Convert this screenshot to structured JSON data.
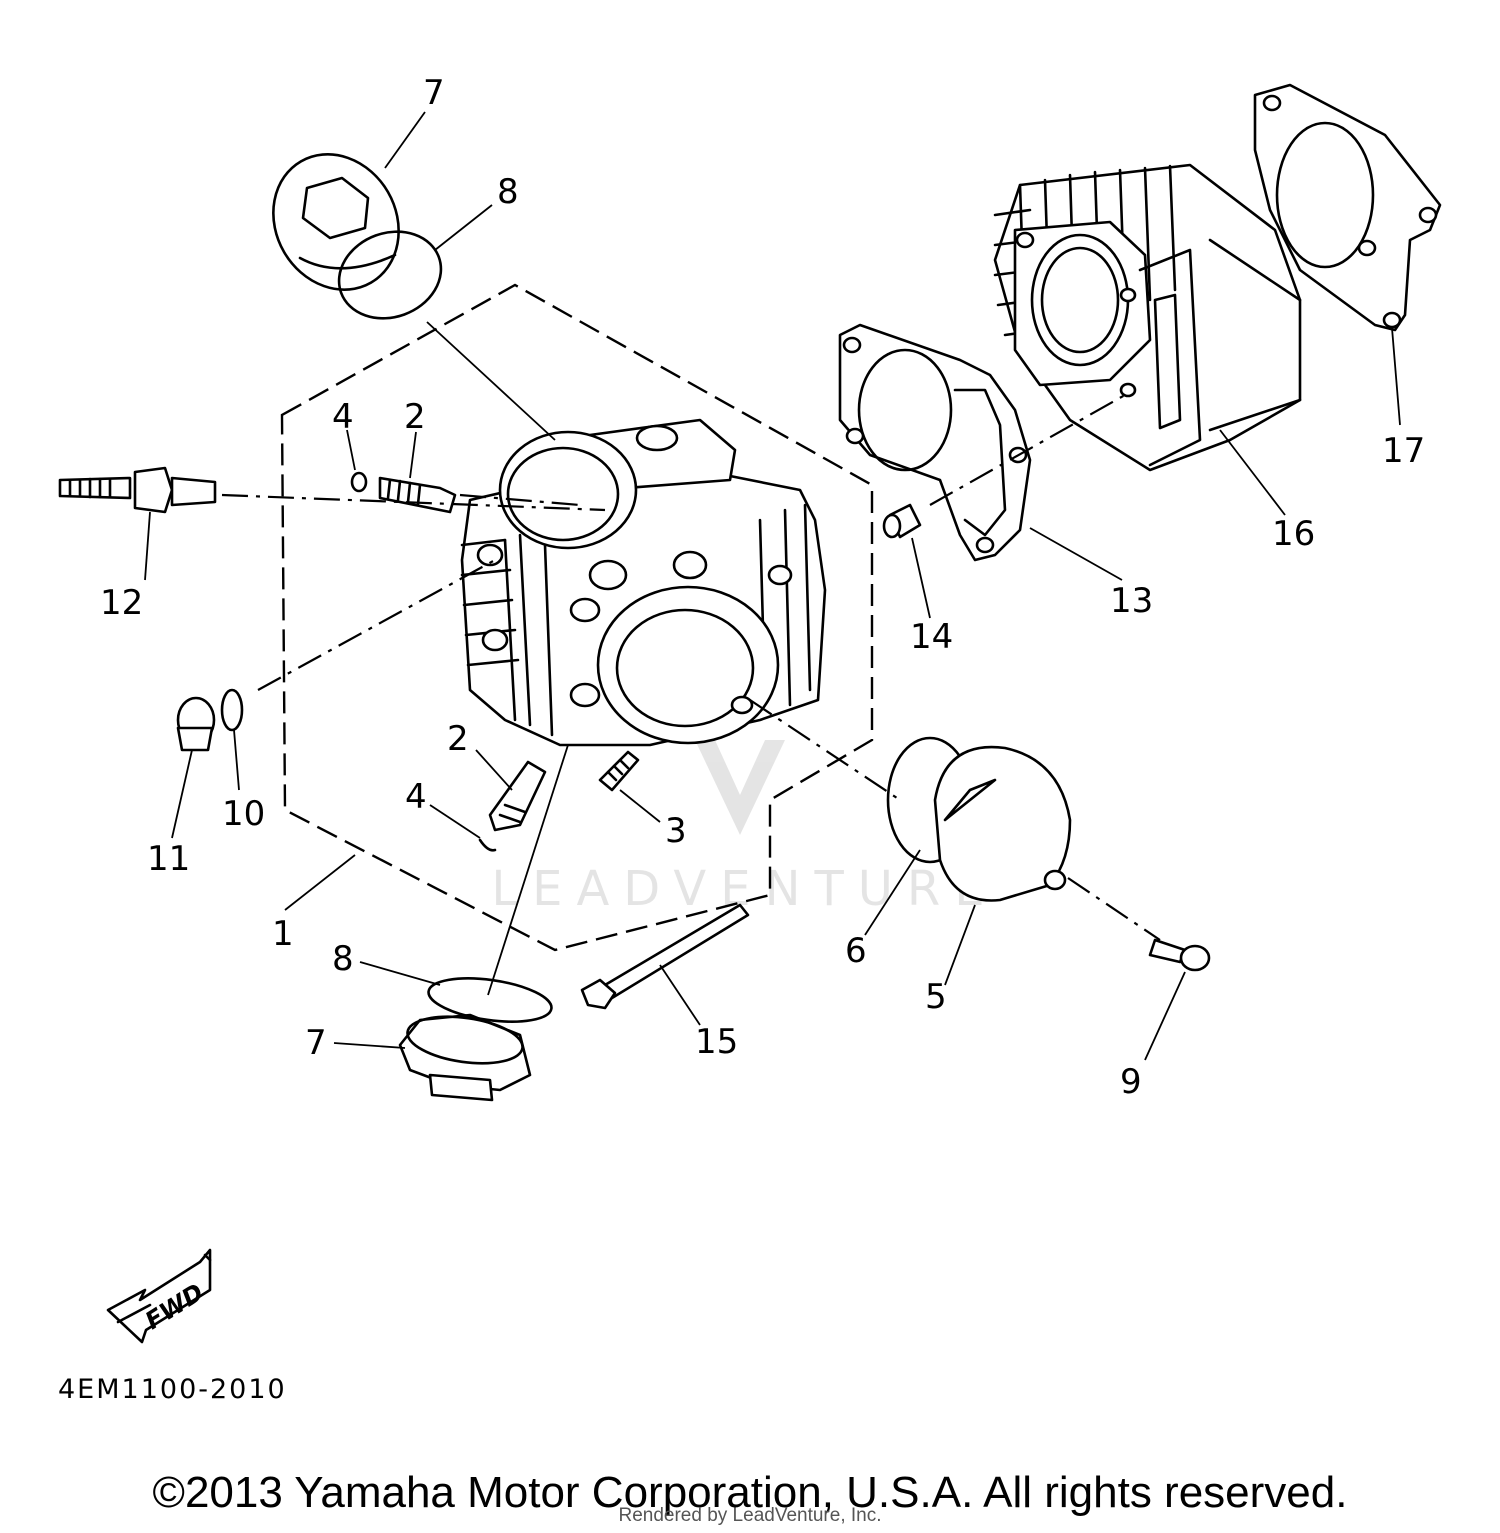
{
  "diagram": {
    "code": "4EM1100-2010",
    "fwd_label": "FWD",
    "watermark": "LEADVENTURE",
    "callouts": {
      "c1": "1",
      "c2a": "2",
      "c2b": "2",
      "c3": "3",
      "c4a": "4",
      "c4b": "4",
      "c5": "5",
      "c6": "6",
      "c7a": "7",
      "c7b": "7",
      "c8a": "8",
      "c8b": "8",
      "c9": "9",
      "c10": "10",
      "c11": "11",
      "c12": "12",
      "c13": "13",
      "c14": "14",
      "c15": "15",
      "c16": "16",
      "c17": "17"
    }
  },
  "footer": {
    "copyright": "©2013 Yamaha Motor Corporation, U.S.A. All rights reserved.",
    "rendered_by": "Rendered by LeadVenture, Inc."
  }
}
